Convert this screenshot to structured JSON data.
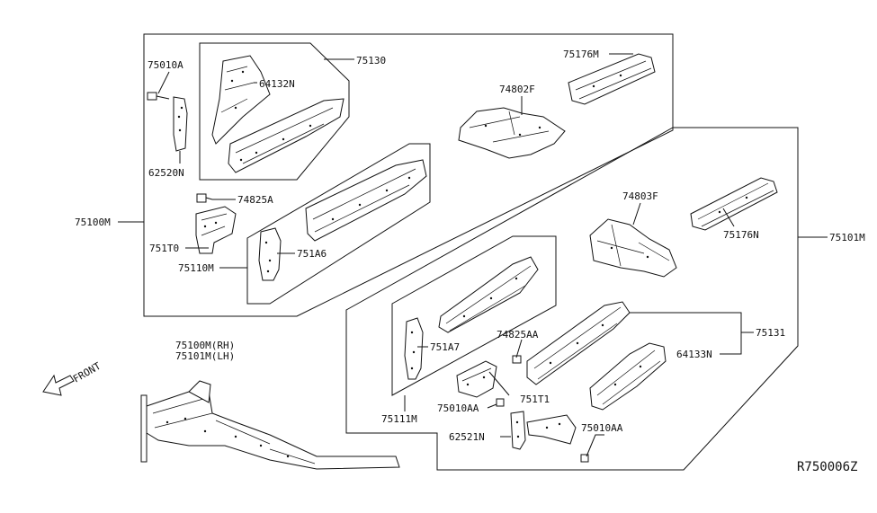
{
  "diagram": {
    "reference_code": "R750006Z",
    "front_label": "FRONT",
    "callouts": {
      "p75010A": "75010A",
      "p75130": "75130",
      "p64132N": "64132N",
      "p62520N": "62520N",
      "p74825A": "74825A",
      "p75100M": "75100M",
      "p751T0": "751T0",
      "p751A6": "751A6",
      "p75110M": "75110M",
      "p75176M_top": "75176M",
      "p74802F": "74802F",
      "p74803F": "74803F",
      "p75176N": "75176N",
      "p75101M": "75101M",
      "p751A7": "751A7",
      "p74825AA": "74825AA",
      "p75131": "75131",
      "p64133N": "64133N",
      "p751T1": "751T1",
      "p75010AA_left": "75010AA",
      "p75111M": "75111M",
      "p62521N": "62521N",
      "p75010AA_right": "75010AA",
      "assembly_rh": "75100M(RH)",
      "assembly_lh": "75101M(LH)"
    }
  }
}
